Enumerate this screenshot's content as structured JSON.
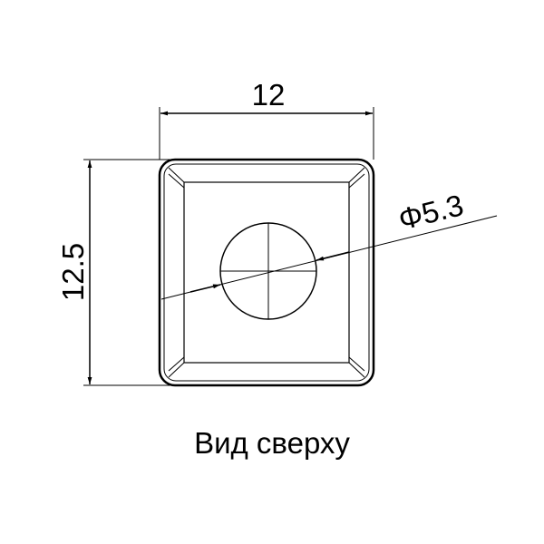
{
  "drawing": {
    "width_label": "12",
    "height_label": "12.5",
    "diameter_label": "Φ5.3",
    "caption": "Вид сверху"
  },
  "colors": {
    "ink": "#000000",
    "background": "#ffffff"
  }
}
